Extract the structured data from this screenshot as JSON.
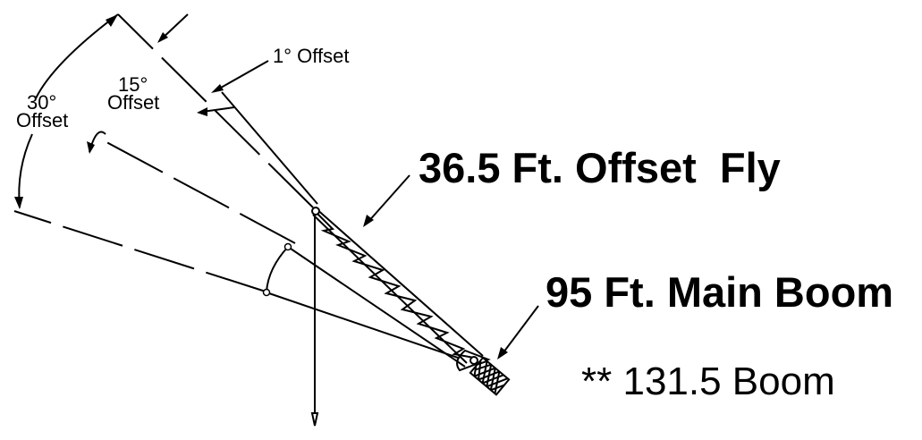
{
  "labels": {
    "offset_1": "1° Offset",
    "offset_15_deg": "15°",
    "offset_15_word": "Offset",
    "offset_30_deg": "30°",
    "offset_30_word": "Offset",
    "fly": "36.5 Ft. Offset  Fly",
    "main_boom": "95 Ft. Main Boom",
    "total_boom": "** 131.5 Boom"
  }
}
